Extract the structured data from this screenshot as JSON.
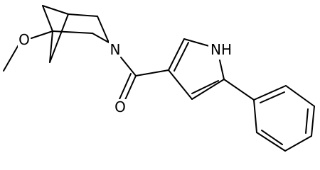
{
  "atoms": {
    "oxygen_methoxy": "O",
    "nitrogen_bicyclic": "N",
    "nitrogen_pyrrole": "NH",
    "oxygen_carbonyl": "O"
  }
}
